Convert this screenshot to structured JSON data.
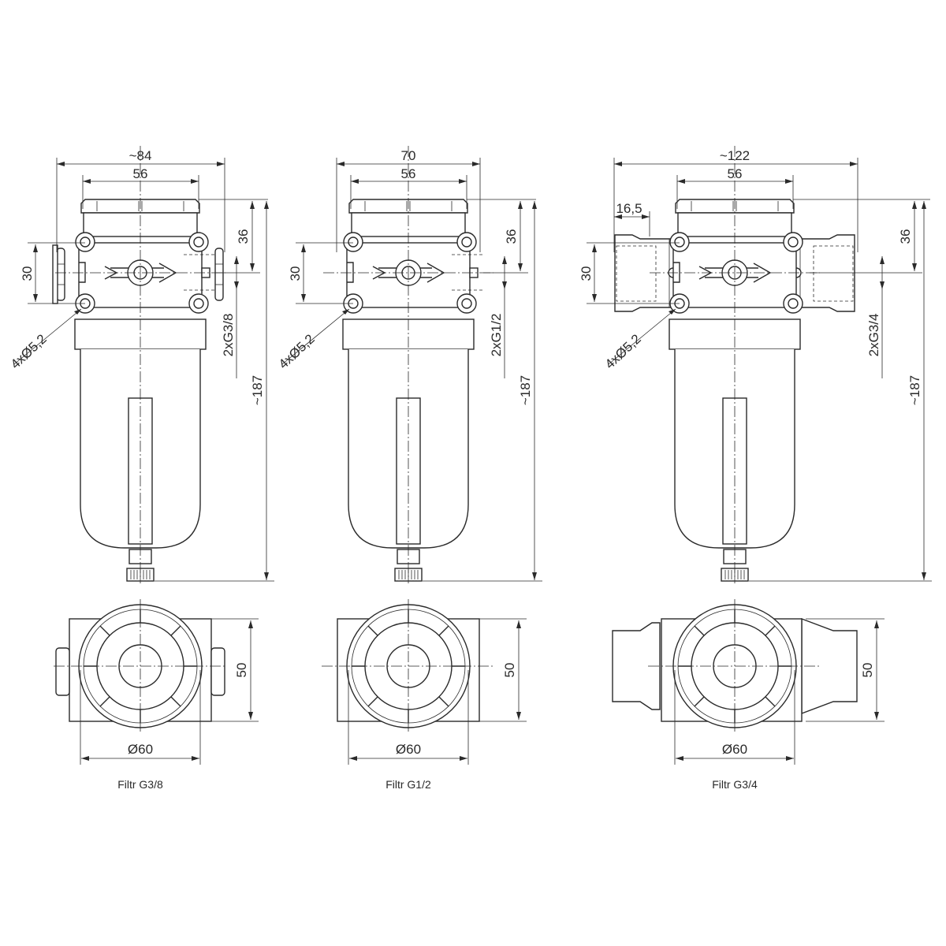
{
  "filters": [
    {
      "caption": "Filtr G3/8",
      "overall_width": "~84",
      "head_width": "56",
      "port_offset": "36",
      "bolt_spacing": "30",
      "holes": "4xØ5,2",
      "thread": "2xG3/8",
      "height": "~187",
      "bowl_diameter": "Ø60",
      "depth": "50",
      "variant": "nut"
    },
    {
      "caption": "Filtr G1/2",
      "overall_width": "70",
      "head_width": "56",
      "port_offset": "36",
      "bolt_spacing": "30",
      "holes": "4xØ5,2",
      "thread": "2xG1/2",
      "height": "~187",
      "bowl_diameter": "Ø60",
      "depth": "50",
      "variant": "plain"
    },
    {
      "caption": "Filtr G3/4",
      "overall_width": "~122",
      "head_width": "56",
      "port_offset": "36",
      "bolt_spacing": "30",
      "holes": "4xØ5,2",
      "thread": "2xG3/4",
      "height": "~187",
      "bowl_diameter": "Ø60",
      "depth": "50",
      "variant": "adapter",
      "adapter_length": "16,5"
    }
  ]
}
